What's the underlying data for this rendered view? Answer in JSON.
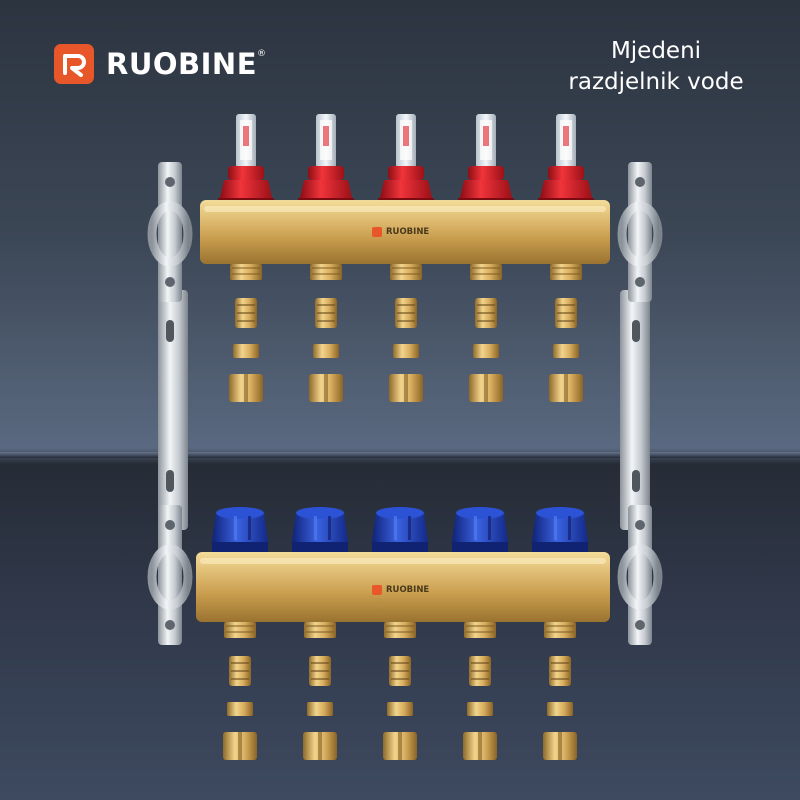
{
  "brand": {
    "name": "RUOBINE",
    "registered_mark": "®",
    "accent_color": "#e8572a"
  },
  "caption": {
    "line1": "Mjedeni",
    "line2": "razdjelnik vode"
  },
  "product": {
    "supply_bar_label": "RUOBINE",
    "return_bar_label": "RUOBINE",
    "outlet_count": 5,
    "supply_cap_color": "#d8232a",
    "return_cap_color": "#2142b8",
    "brass_color": "#d9b56a"
  }
}
